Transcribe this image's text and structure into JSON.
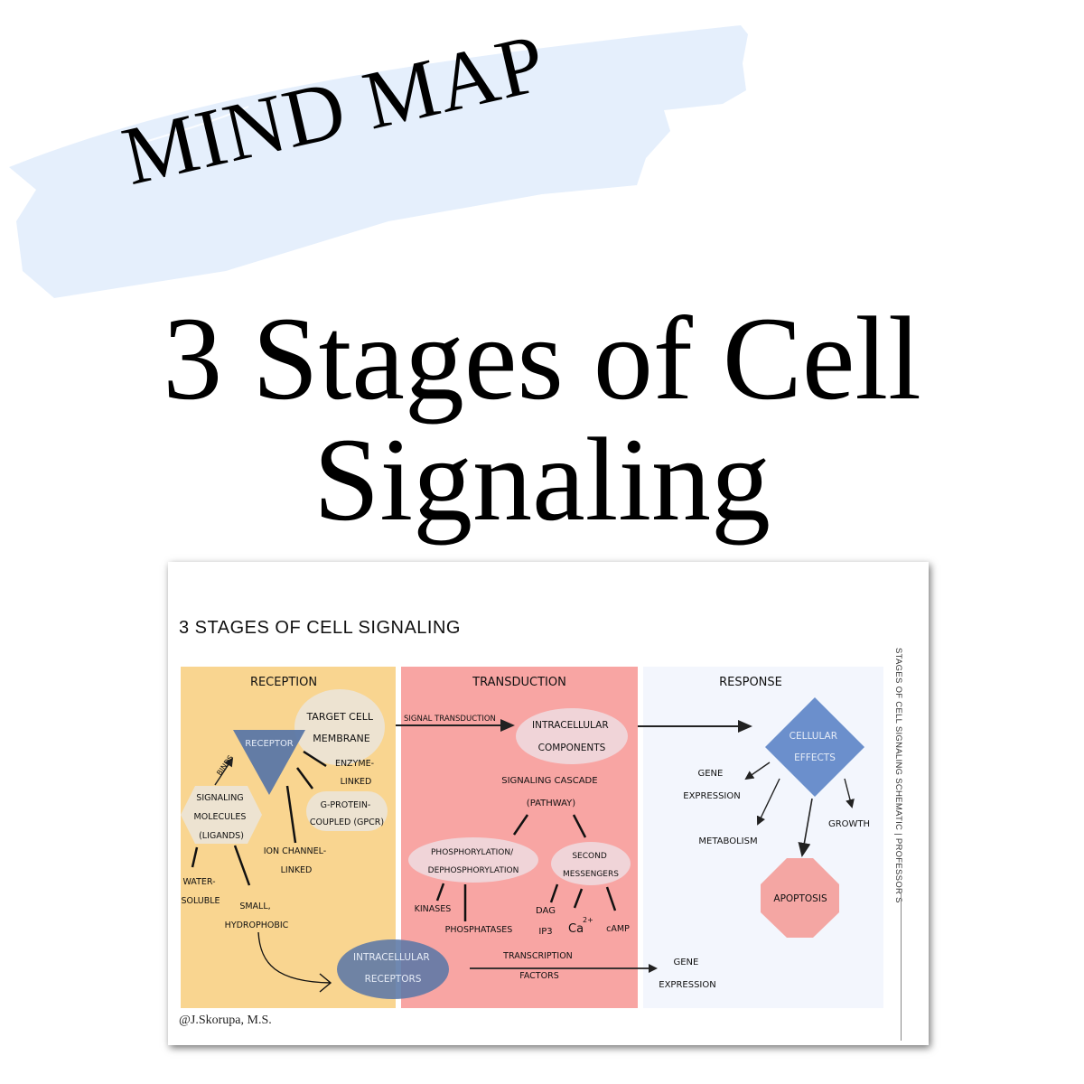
{
  "header": {
    "banner_label": "MIND MAP",
    "title_line1": "3 Stages of Cell",
    "title_line2": "Signaling"
  },
  "diagram": {
    "title": "3 STAGES OF CELL SIGNALING",
    "credit": "@J.Skorupa, M.S.",
    "side_caption": "STAGES OF CELL SIGNALING  SCHEMATIC  |  PROFESSOR S",
    "colors": {
      "reception_bg": "#f9d590",
      "transduction_bg": "#f8a5a3",
      "response_bg": "#f3f6fd",
      "cream_shape": "#ede3d1",
      "pink_shape": "#f0d4d8",
      "blue_shape": "#5b77a6",
      "diamond": "#6b8fcc",
      "apoptosis": "#f4a6a3"
    },
    "reception": {
      "heading": "RECEPTION",
      "target_cell": [
        "TARGET CELL",
        "MEMBRANE"
      ],
      "receptor": "RECEPTOR",
      "binds": "BINDS",
      "signaling_molecules": [
        "SIGNALING",
        "MOLECULES",
        "(LIGANDS)"
      ],
      "enzyme_linked": [
        "ENZYME-",
        "LINKED"
      ],
      "gpcr": [
        "G-PROTEIN-",
        "COUPLED (GPCR)"
      ],
      "ion_channel": [
        "ION CHANNEL-",
        "LINKED"
      ],
      "water_soluble": [
        "WATER-",
        "SOLUBLE"
      ],
      "hydrophobic": [
        "SMALL,",
        "HYDROPHOBIC"
      ],
      "intracellular_receptors": [
        "INTRACELLULAR",
        "RECEPTORS"
      ]
    },
    "transduction": {
      "heading": "TRANSDUCTION",
      "signal_transduction": "SIGNAL TRANSDUCTION",
      "intracellular_components": [
        "INTRACELLULAR",
        "COMPONENTS"
      ],
      "cascade": [
        "SIGNALING CASCADE",
        "(PATHWAY)"
      ],
      "phosphorylation": [
        "PHOSPHORYLATION/",
        "DEPHOSPHORYLATION"
      ],
      "second_messengers": [
        "SECOND",
        "MESSENGERS"
      ],
      "kinases": "KINASES",
      "phosphatases": "PHOSPHATASES",
      "dag": "DAG",
      "ip3": "IP3",
      "ca": "Ca",
      "ca_charge": "2+",
      "camp": "cAMP",
      "transcription_factors": [
        "TRANSCRIPTION",
        "FACTORS"
      ]
    },
    "response": {
      "heading": "RESPONSE",
      "cellular_effects": [
        "CELLULAR",
        "EFFECTS"
      ],
      "gene_expression_top": [
        "GENE",
        "EXPRESSION"
      ],
      "metabolism": "METABOLISM",
      "growth": "GROWTH",
      "apoptosis": "APOPTOSIS",
      "gene_expression_bottom": [
        "GENE",
        "EXPRESSION"
      ]
    }
  }
}
